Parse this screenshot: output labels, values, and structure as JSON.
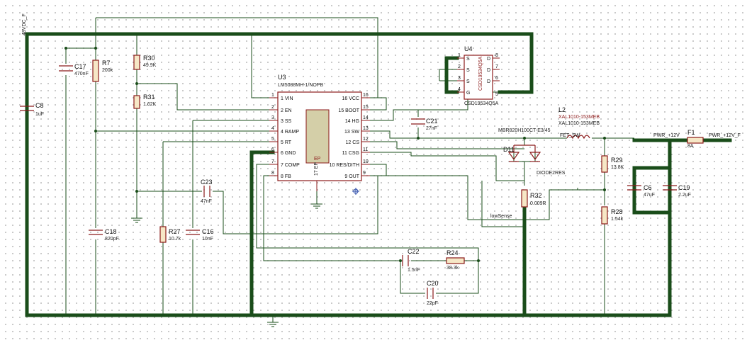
{
  "nets": {
    "vin": "48VDC_F",
    "pwr12": "PWR_+12V",
    "pwr12f": "PWR_+12V_F",
    "fet": "FET_SW",
    "lowsense": "lowSense"
  },
  "u3": {
    "ref": "U3",
    "part": "LM5088MH-1/NOPB",
    "ep": "EP",
    "pin17": "17 EP",
    "pins_left": [
      {
        "num": "1",
        "name": "VIN"
      },
      {
        "num": "2",
        "name": "EN"
      },
      {
        "num": "3",
        "name": "SS"
      },
      {
        "num": "4",
        "name": "RAMP"
      },
      {
        "num": "5",
        "name": "RT"
      },
      {
        "num": "6",
        "name": "GND"
      },
      {
        "num": "7",
        "name": "COMP"
      },
      {
        "num": "8",
        "name": "FB"
      }
    ],
    "pins_right": [
      {
        "num": "16",
        "name": "VCC"
      },
      {
        "num": "15",
        "name": "BOOT"
      },
      {
        "num": "14",
        "name": "HG"
      },
      {
        "num": "13",
        "name": "SW"
      },
      {
        "num": "12",
        "name": "CS"
      },
      {
        "num": "11",
        "name": "CSG"
      },
      {
        "num": "10",
        "name": "RES/DITH"
      },
      {
        "num": "9",
        "name": "OUT"
      }
    ]
  },
  "u4": {
    "ref": "U4",
    "part": "CSD19534Q5A",
    "body_label": "CSD19534Q5A",
    "pins_left": [
      "1",
      "2",
      "3",
      "4"
    ],
    "pins_left_names": [
      "S",
      "S",
      "S",
      "G"
    ],
    "pins_right": [
      "8",
      "7",
      "6"
    ],
    "pins_right_names": [
      "D",
      "D",
      "D"
    ],
    "pin5": "5"
  },
  "components": {
    "c17": {
      "ref": "C17",
      "val": "470nF"
    },
    "r7": {
      "ref": "R7",
      "val": "200k"
    },
    "r30": {
      "ref": "R30",
      "val": "49.9K"
    },
    "r31": {
      "ref": "R31",
      "val": "1.62K"
    },
    "c8": {
      "ref": "C8",
      "val": "1uF"
    },
    "c18": {
      "ref": "C18",
      "val": "820pF"
    },
    "r27": {
      "ref": "R27",
      "val": "10.7k"
    },
    "c16": {
      "ref": "C16",
      "val": "10nF"
    },
    "c23": {
      "ref": "C23",
      "val": "47nF"
    },
    "c21": {
      "ref": "C21",
      "val": "27nF"
    },
    "l2": {
      "ref": "L2",
      "val1": "XAL1010-153MEB",
      "val2": "XAL1010-153MEB"
    },
    "d11": {
      "ref": "D11",
      "val": "DIODE2RES",
      "part": "MBR820H100CT-E3/45"
    },
    "r32": {
      "ref": "R32",
      "val": "0.009R"
    },
    "r29": {
      "ref": "R29",
      "val": "13.8K"
    },
    "r28": {
      "ref": "R28",
      "val": "1.54k"
    },
    "c6": {
      "ref": "C6",
      "val": "47uF"
    },
    "c19": {
      "ref": "C19",
      "val": "2.2uF"
    },
    "f1": {
      "ref": "F1",
      "val": "8A"
    },
    "c22": {
      "ref": "C22",
      "val": "1.5nF"
    },
    "r24": {
      "ref": "R24",
      "val": "38.3k"
    },
    "c20": {
      "ref": "C20",
      "val": "22pF"
    }
  }
}
